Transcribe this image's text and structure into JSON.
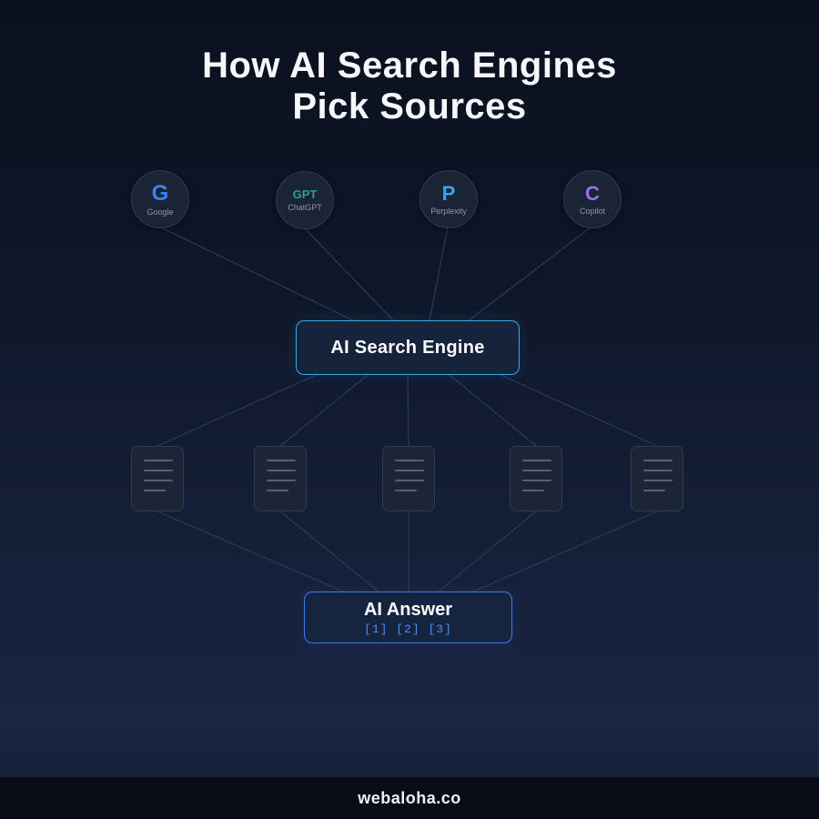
{
  "title": {
    "line1": "How AI Search Engines",
    "line2": "Pick Sources"
  },
  "engines": [
    {
      "initial": "G",
      "label": "Google",
      "color": "#3b82f6"
    },
    {
      "initial": "GPT",
      "label": "ChatGPT",
      "color": "#2fa080"
    },
    {
      "initial": "P",
      "label": "Perplexity",
      "color": "#38a4f4"
    },
    {
      "initial": "C",
      "label": "Copilot",
      "color": "#9b6df2"
    }
  ],
  "search_engine": {
    "label": "AI Search Engine",
    "border_color": "#3aa6e6"
  },
  "documents": {
    "count": 5
  },
  "answer": {
    "label": "AI Answer",
    "citations": "[1] [2] [3]",
    "border_color": "#3d7bed"
  },
  "footer": {
    "text": "webaloha.co"
  },
  "colors": {
    "background_top": "#0a101e",
    "background_bottom": "#1b2544",
    "line": "#2c3a54"
  }
}
